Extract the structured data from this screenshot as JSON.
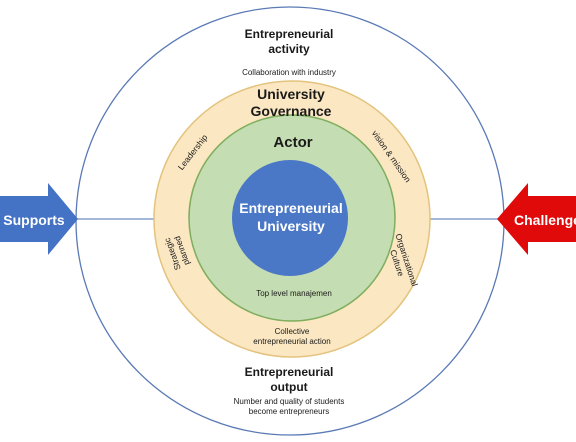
{
  "diagram": {
    "outer_ring": {
      "top_title": [
        "Entrepreneurial",
        "activity"
      ],
      "top_subtitle": "Collaboration with industry",
      "bottom_title": [
        "Entrepreneurial",
        "output"
      ],
      "bottom_subtitle": [
        "Number and quality of students",
        "become entrepreneurs"
      ]
    },
    "governance_ring": {
      "title": [
        "University",
        "Governance"
      ],
      "labels": {
        "leadership": "Leadership",
        "vision": "vision & mission",
        "strategic": [
          "Strategic",
          "planned"
        ],
        "culture": [
          "Organizational",
          "Culture"
        ],
        "collective": [
          "Collective",
          "entrepreneurial action"
        ]
      }
    },
    "actor_ring": {
      "title": "Actor",
      "bottom_label": "Top level manajemen"
    },
    "core": {
      "title": [
        "Entrepreneurial",
        "University"
      ]
    },
    "arrows": {
      "left": "Supports",
      "right": "Challenges"
    },
    "colors": {
      "outer_stroke": "#5a7ab5",
      "governance_fill": "#fbe7c2",
      "governance_stroke": "#e3c37d",
      "actor_fill": "#c5ddb2",
      "actor_stroke": "#7fae5f",
      "core_fill": "#4a78c6",
      "left_arrow": "#4472c4",
      "right_arrow": "#e00a0a"
    }
  }
}
